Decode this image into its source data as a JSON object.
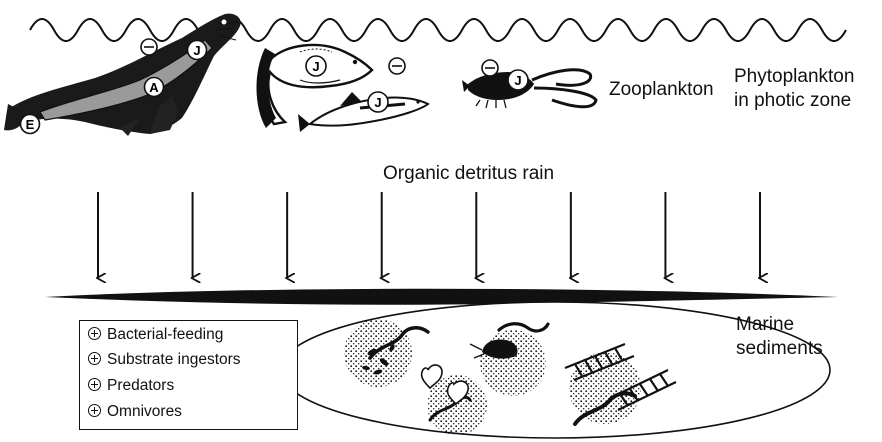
{
  "labels": {
    "zooplankton": "Zooplankton",
    "phytoplankton_line1": "Phytoplankton",
    "phytoplankton_line2": "in photic zone",
    "detritus": "Organic detritus rain",
    "sediments_line1": "Marine",
    "sediments_line2": "sediments"
  },
  "life_stage_markers": {
    "seal_juvenile": "J",
    "seal_adult": "A",
    "seal_egg": "E",
    "salmon_juvenile": "J",
    "fish_juvenile": "J",
    "shrimp_juvenile": "J"
  },
  "legend": {
    "items": [
      "Bacterial-feeding",
      "Substrate ingestors",
      "Predators",
      "Omnivores"
    ]
  },
  "arrows": {
    "count": 8
  }
}
